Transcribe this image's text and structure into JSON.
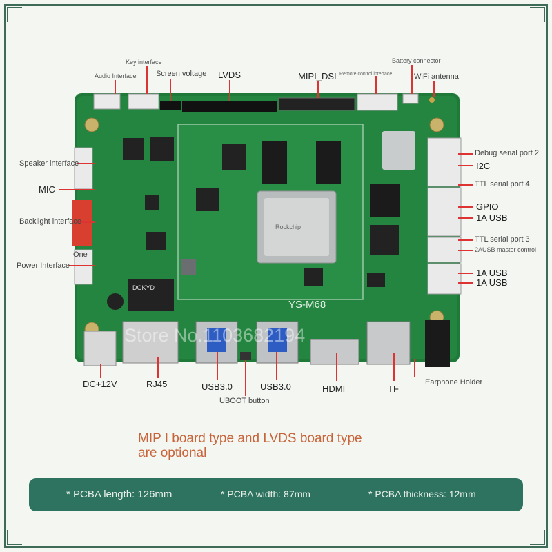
{
  "labels": {
    "audio_interface": "Audio Interface",
    "key_interface": "Key interface",
    "screen_voltage": "Screen voltage",
    "lvds": "LVDS",
    "mipi_dsi": "MIPI_DSI",
    "remote_control": "Remote control interface",
    "battery_connector": "Battery connector",
    "wifi_antenna": "WiFi antenna",
    "speaker_interface": "Speaker interface",
    "mic": "MIC",
    "backlight_interface": "Backlight interface",
    "one": "One",
    "power_interface": "Power Interface",
    "debug_serial_2": "Debug serial port 2",
    "i2c": "I2C",
    "ttl_serial_4": "TTL serial port 4",
    "gpio": "GPIO",
    "usb_1a_a": "1A USB",
    "ttl_serial_3": "TTL serial port 3",
    "usb_master": "2AUSB master control",
    "usb_1a_b": "1A USB",
    "usb_1a_c": "1A USB",
    "dc_12v": "DC+12V",
    "rj45": "RJ45",
    "usb30_a": "USB3.0",
    "usb30_b": "USB3.0",
    "hdmi": "HDMI",
    "tf": "TF",
    "earphone_holder": "Earphone Holder",
    "uboot_button": "UBOOT button"
  },
  "board": {
    "model": "YS-M68",
    "watermark": "Store No.1103682194",
    "chip_brand": "Rockchip",
    "module_text": "DGKYD"
  },
  "note": {
    "line1": "MIP I board type and LVDS board type",
    "line2": "are optional"
  },
  "specs": {
    "length": "* PCBA length: 126mm",
    "width": "* PCBA width: 87mm",
    "thickness": "* PCBA thickness: 12mm"
  },
  "colors": {
    "pcb": "#1f7a3a",
    "accent_line": "#dd3333",
    "spec_bar": "#2e7360",
    "note": "#c8643a"
  }
}
